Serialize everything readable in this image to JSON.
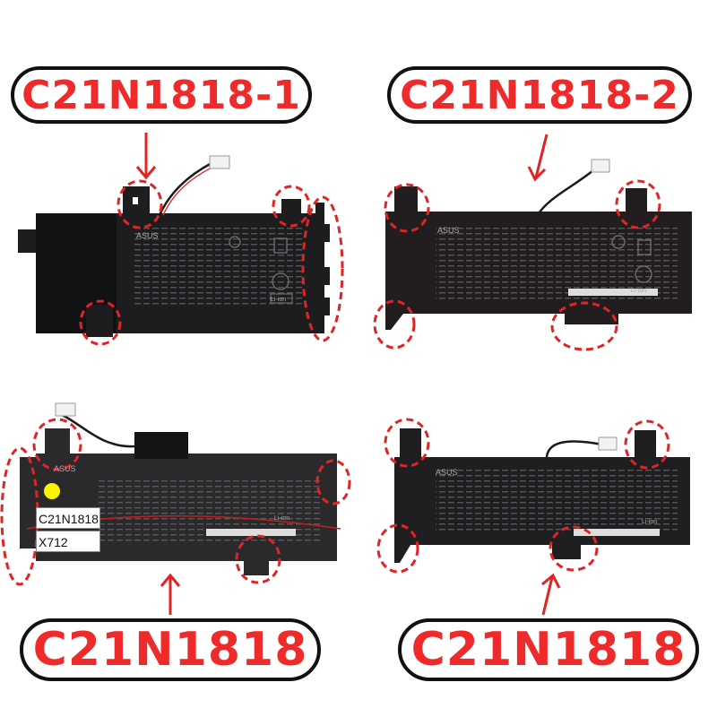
{
  "labels": {
    "top_left": "C21N1818-1",
    "top_right": "C21N1818-2",
    "bottom_left": "C21N1818",
    "bottom_right": "C21N1818"
  },
  "sticker": {
    "line1": "C21N1818",
    "line2": "X712"
  },
  "brand": "ASUS",
  "cell_type": "Li-ion",
  "colors": {
    "accent_red": "#ee2a2a",
    "outline": "#111111",
    "battery_body": "#1c1c1f"
  },
  "icons": [
    "arrow-down-icon",
    "arrow-up-icon",
    "dashed-circle-icon",
    "recycle-icon",
    "bin-crossed-icon"
  ]
}
